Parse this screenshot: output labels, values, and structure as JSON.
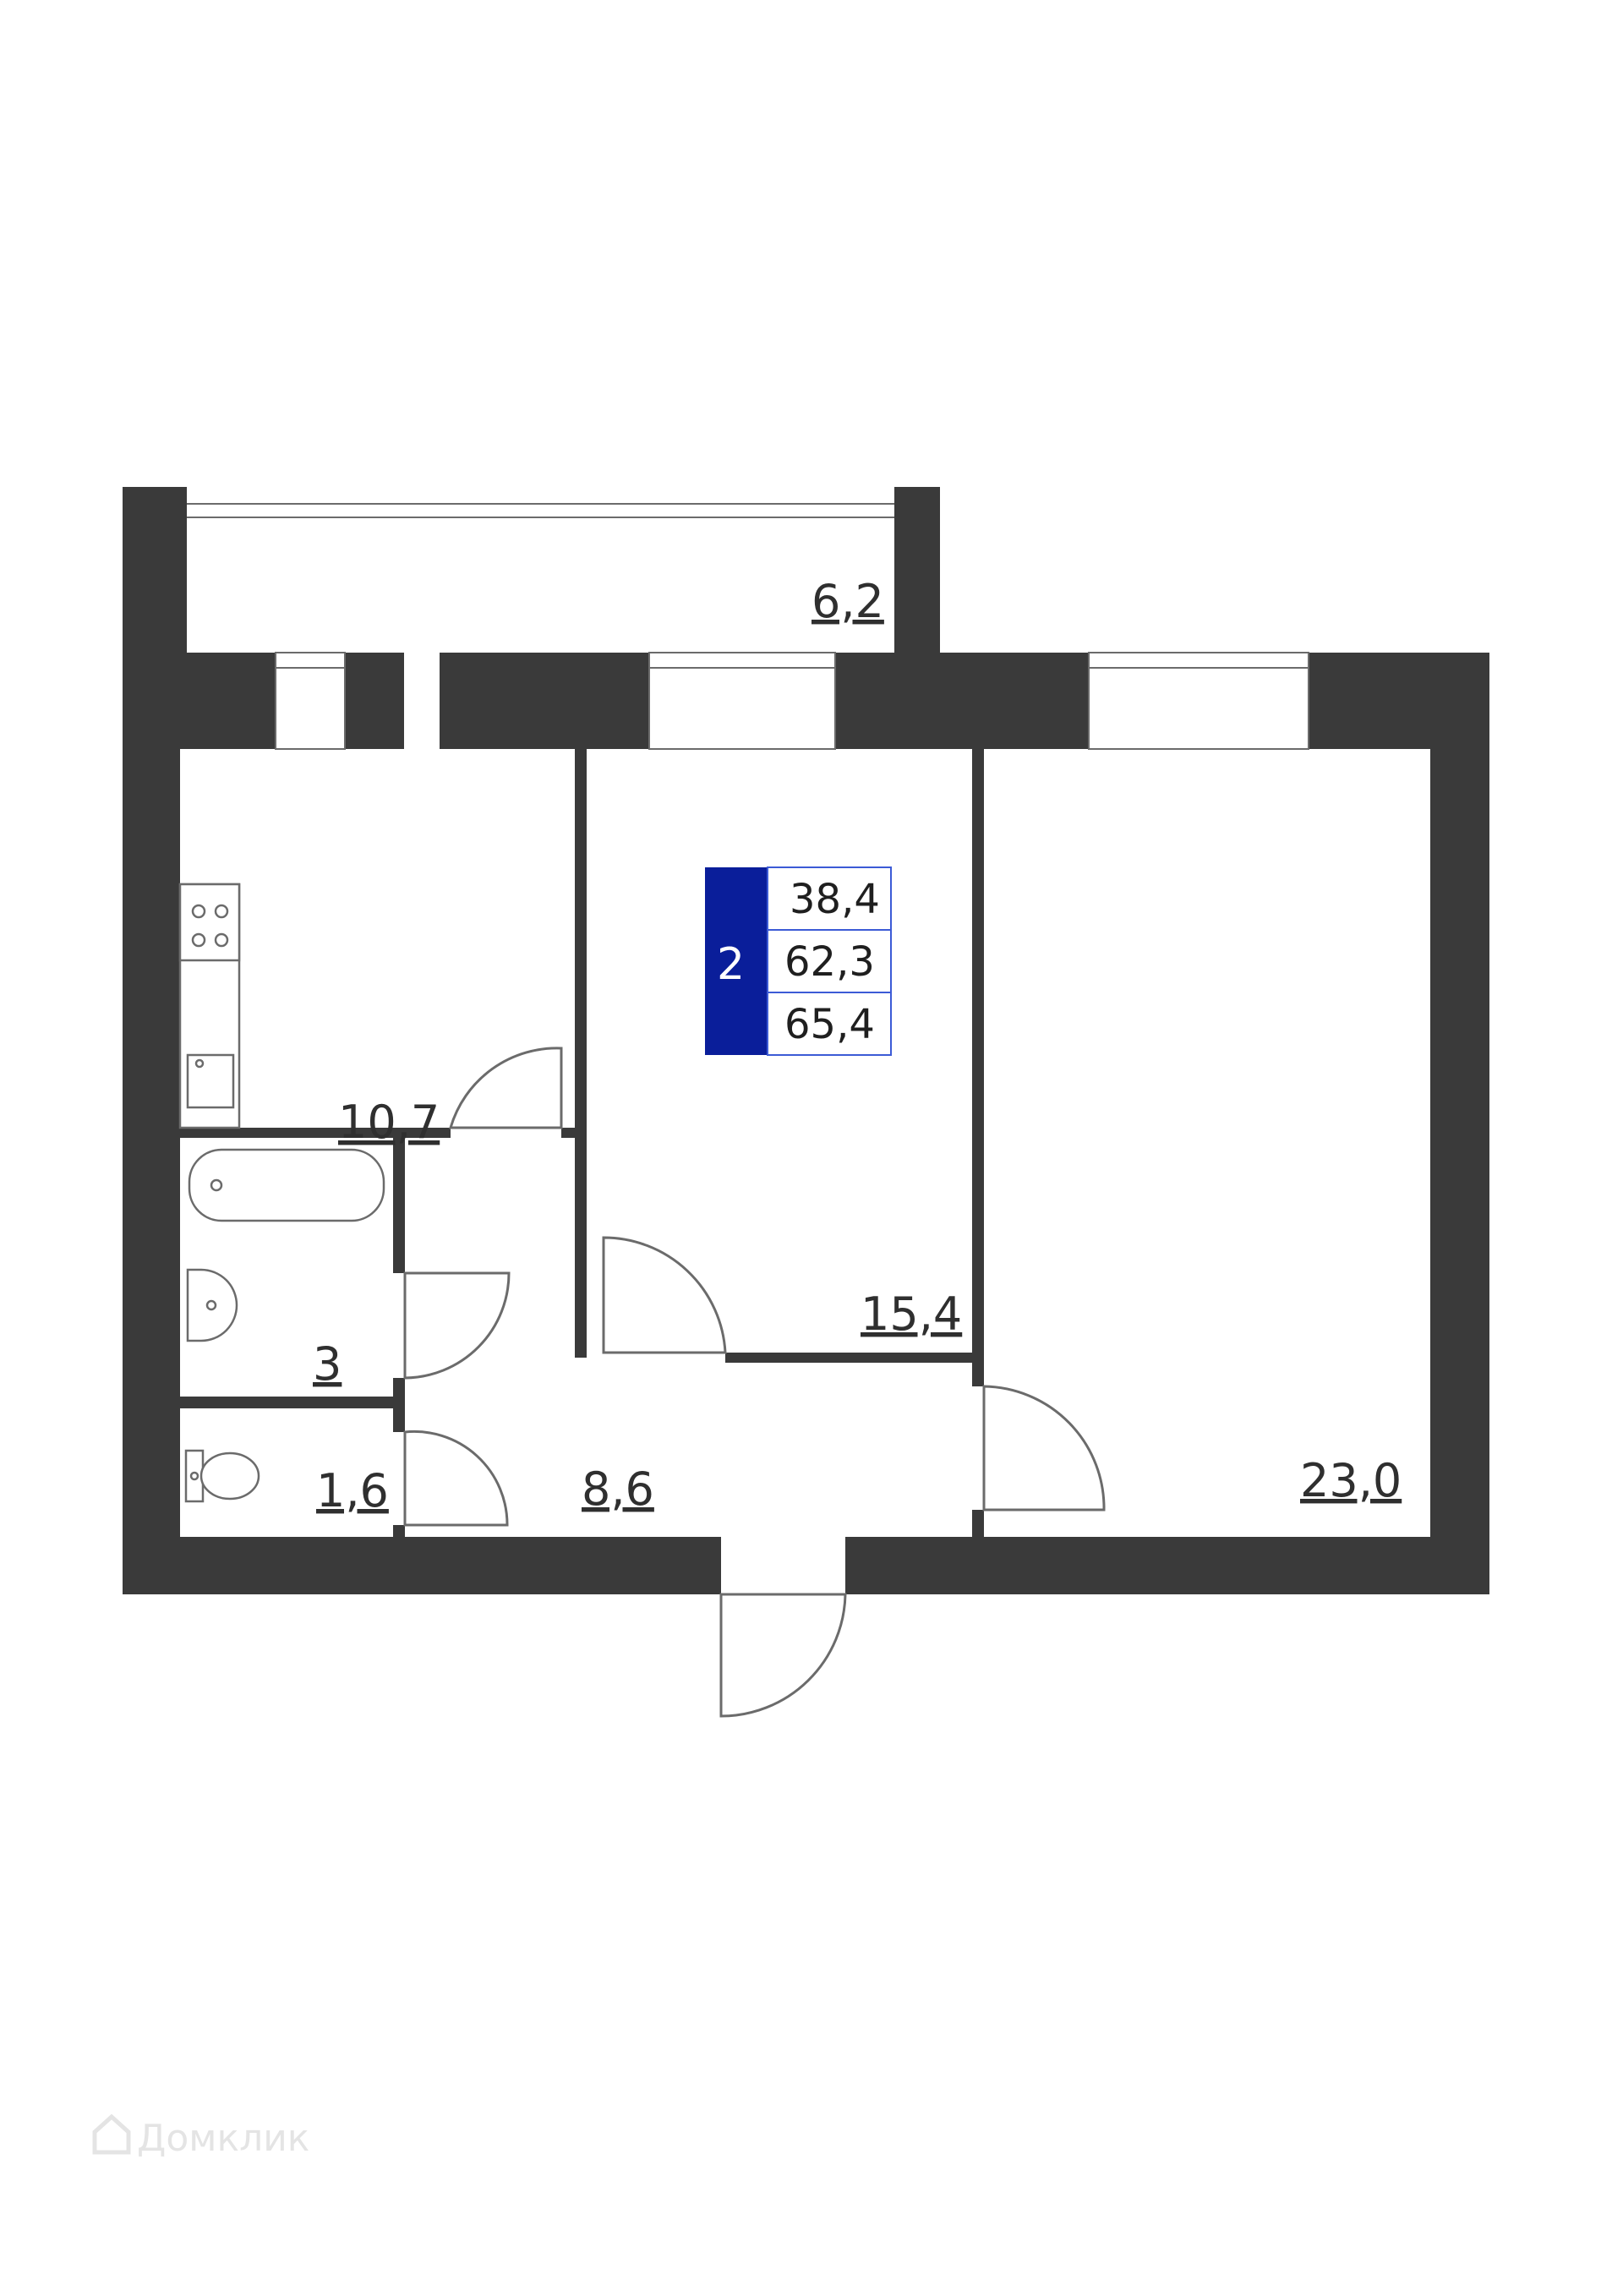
{
  "plan": {
    "rooms": [
      {
        "id": "balcony",
        "area": "6,2"
      },
      {
        "id": "kitchen",
        "area": "10,7"
      },
      {
        "id": "bedroom",
        "area": "15,4"
      },
      {
        "id": "living",
        "area": "23,0"
      },
      {
        "id": "bathroom",
        "area": "3"
      },
      {
        "id": "toilet",
        "area": "1,6"
      },
      {
        "id": "hallway",
        "area": "8,6"
      }
    ],
    "summary": {
      "rooms_count": "2",
      "living_area": "38,4",
      "total_area": "62,3",
      "area_with_balcony": "65,4"
    }
  },
  "watermark": "Домклик",
  "colors": {
    "wall": "#3a3a3a",
    "accent": "#0a1e9a",
    "badge_border": "#3c5bd6",
    "fixture_line": "#6b6b6b",
    "watermark": "#e4e4e4"
  }
}
